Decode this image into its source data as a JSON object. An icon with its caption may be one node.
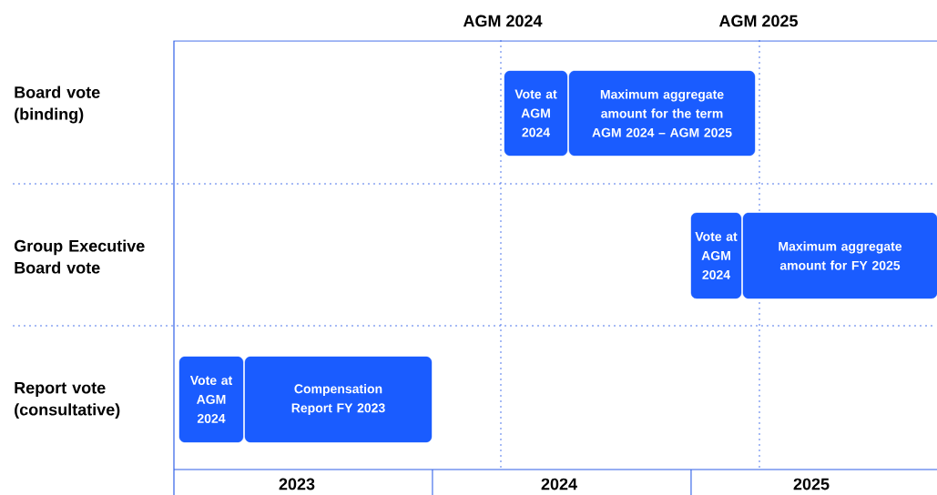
{
  "diagram": {
    "nodes": [
      {
        "text": [
          "Vote at AGM 2024"
        ]
      },
      {
        "text": [
          "Maximum aggregate amount for the term AGM 2024 – AGM 2025"
        ]
      },
      {
        "text": [
          "Vote at AGM 2024"
        ]
      },
      {
        "text": [
          "Maximum aggregate amount for FY 2025"
        ]
      },
      {
        "text": [
          "Vote at AGM 2024"
        ]
      },
      {
        "text": [
          "Compensation Report FY 2023"
        ]
      }
    ],
    "labels": [
      "AGM 2024",
      "AGM 2025",
      "Board vote (binding)",
      "Group Executive Board vote",
      "Report vote (consultative)",
      "2023",
      "2024",
      "2025"
    ]
  }
}
